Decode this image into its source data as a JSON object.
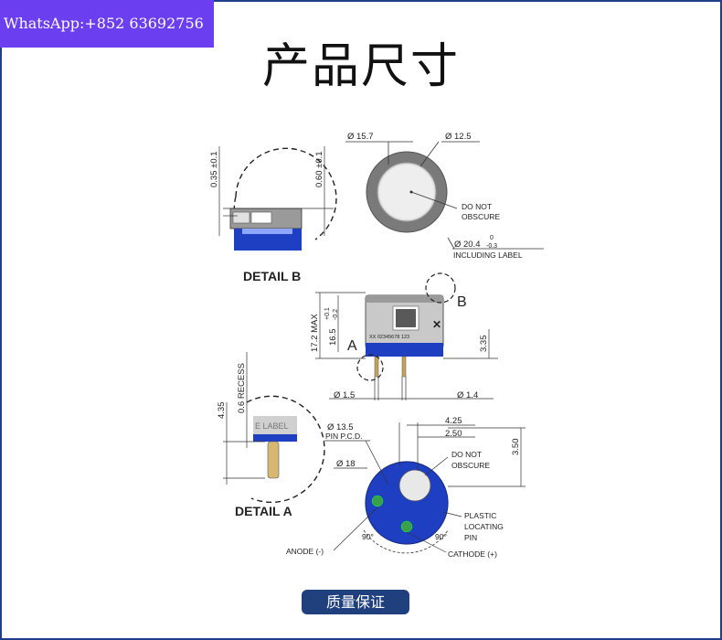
{
  "watermark": {
    "text": "WhatsApp:+852 63692756"
  },
  "page": {
    "title": "产品尺寸"
  },
  "drawing": {
    "top_view": {
      "outer_dia": "Ø 15.7",
      "inner_dia": "Ø 12.5",
      "do_not_obscure_line1": "DO NOT",
      "do_not_obscure_line2": "OBSCURE",
      "label_dia": "Ø 20.4",
      "label_tol_upper": "0",
      "label_tol_lower": "-0.3",
      "including_label": "INCLUDING LABEL"
    },
    "detail_b": {
      "title": "DETAIL B",
      "dim_left": "0.35 ±0.1",
      "dim_right": "0.60 ±0.1"
    },
    "side_view": {
      "height_max": "17.2 MAX",
      "height_body": "16.5",
      "height_tol_upper": "+0.1",
      "height_tol_lower": "-0.2",
      "pin_len": "3.35",
      "marker_a": "A",
      "marker_b": "B",
      "pin_dia_left": "Ø 1.5",
      "pin_dia_right": "Ø 1.4",
      "serial": "XX 02345678 123"
    },
    "detail_a": {
      "title": "DETAIL A",
      "dim_recess": "0.6 RECESS",
      "dim_height": "4.35",
      "label_text": "E LABEL"
    },
    "bottom_view": {
      "pcd_line1": "Ø 13.5",
      "pcd_line2": "PIN P.C.D.",
      "dia18": "Ø 18",
      "offset_425": "4.25",
      "offset_250": "2.50",
      "offset_350": "3.50",
      "do_not_obscure_line1": "DO NOT",
      "do_not_obscure_line2": "OBSCURE",
      "plastic_line1": "PLASTIC",
      "plastic_line2": "LOCATING",
      "plastic_line3": "PIN",
      "angle_left": "90°",
      "angle_right": "90°",
      "anode": "ANODE (-)",
      "cathode": "CATHODE (+)"
    }
  },
  "footer": {
    "button_label": "质量保证"
  },
  "colors": {
    "accent_blue": "#1f3fc2",
    "button_bg": "#1f3f7d",
    "frame": "#1e3f8a",
    "watermark_bg": "#6b3ff0"
  }
}
